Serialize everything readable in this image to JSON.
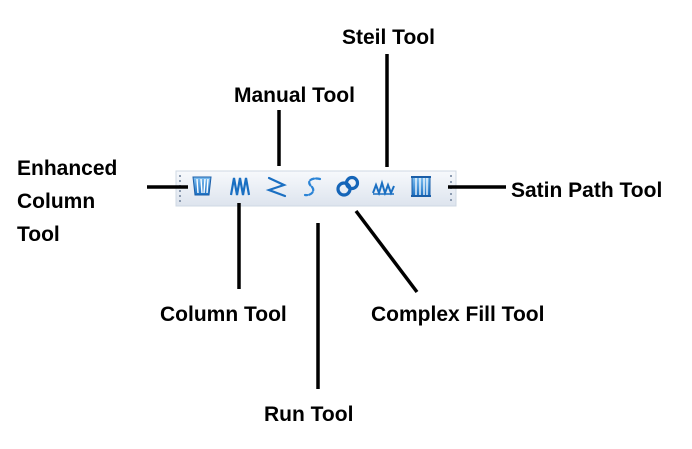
{
  "toolbar": {
    "tools": [
      {
        "id": "enhanced-column",
        "label": "Enhanced\nColumn\nTool",
        "icon": "enhanced-column-icon"
      },
      {
        "id": "column",
        "label": "Column Tool",
        "icon": "column-icon"
      },
      {
        "id": "manual",
        "label": "Manual Tool",
        "icon": "manual-icon"
      },
      {
        "id": "run",
        "label": "Run Tool",
        "icon": "run-icon"
      },
      {
        "id": "complex-fill",
        "label": "Complex Fill Tool",
        "icon": "complex-fill-icon"
      },
      {
        "id": "steil",
        "label": "Steil Tool",
        "icon": "steil-icon"
      },
      {
        "id": "satin-path",
        "label": "Satin Path Tool",
        "icon": "satin-path-icon"
      }
    ]
  },
  "labels": {
    "enhanced_column": [
      "Enhanced",
      "Column",
      "Tool"
    ],
    "column": "Column Tool",
    "manual": "Manual Tool",
    "run": "Run Tool",
    "complex_fill": "Complex Fill Tool",
    "steil": "Steil Tool",
    "satin_path": "Satin Path Tool"
  },
  "colors": {
    "icon_blue": "#1a6fc2",
    "icon_light_blue": "#58a6e6",
    "toolbar_bg": "#eef2f7",
    "toolbar_border": "#c9d3df",
    "leader_line": "#000000"
  }
}
